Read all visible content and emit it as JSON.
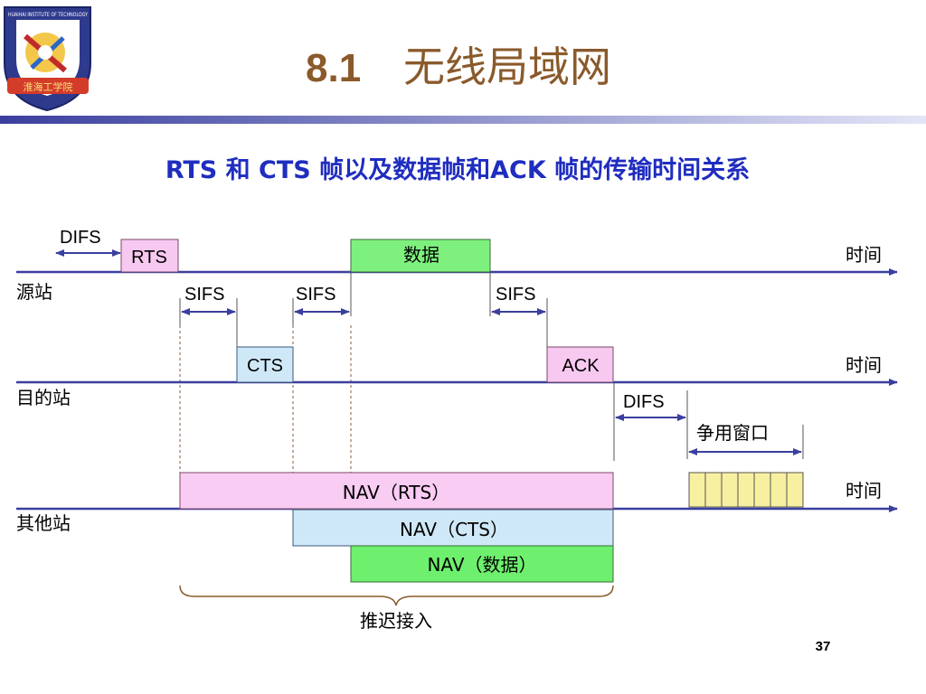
{
  "slide": {
    "logo_text_ring": "HUAIHAI INSTITUTE OF TECHNOLOGY",
    "logo_text_cn": "淮海工学院",
    "title_number": "8.1",
    "title_text": "无线局域网",
    "subtitle": "RTS 和 CTS 帧以及数据帧和ACK 帧的传输时间关系",
    "page_number": "37",
    "colors": {
      "title": "#8a5a2b",
      "subtitle": "#1f2dbf",
      "header_bar_left": "#3a3f9e",
      "header_bar_right": "#dfe1f5",
      "timeline": "#3a3f9e"
    }
  },
  "diagram": {
    "rows": {
      "source": "源站",
      "destination": "目的站",
      "others": "其他站"
    },
    "time_label": "时间",
    "frames": {
      "rts": "RTS",
      "data": "数据",
      "cts": "CTS",
      "ack": "ACK"
    },
    "intervals": {
      "difs_source": "DIFS",
      "sifs_1": "SIFS",
      "sifs_2": "SIFS",
      "sifs_3": "SIFS",
      "difs_dest": "DIFS",
      "contention_window": "争用窗口"
    },
    "nav": {
      "rts": "NAV（RTS）",
      "cts": "NAV（CTS）",
      "data": "NAV（数据）"
    },
    "defer_access": "推迟接入"
  }
}
